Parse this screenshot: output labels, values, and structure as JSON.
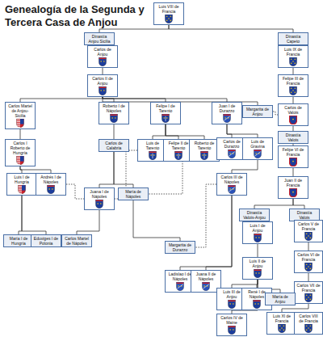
{
  "diagram": {
    "title": "Genealogía de la Segunda y Tercera Casa de Anjou",
    "nodes": [
      {
        "text": [
          "Luis VIII de Francia"
        ]
      },
      {
        "text": [
          "Dinastía Anjou Sicilia"
        ]
      },
      {
        "text": [
          "Dinastía Capeto"
        ]
      },
      {
        "text": [
          "Carlos de Anjou"
        ]
      },
      {
        "text": [
          "Luis IX de Francia"
        ]
      },
      {
        "text": [
          "Carlos II de Anjou"
        ]
      },
      {
        "text": [
          "Felipe III de Francia"
        ]
      },
      {
        "text": [
          "Carlos Martel de Anjou-Sicilia"
        ]
      },
      {
        "text": [
          "Roberto I de Nápoles"
        ]
      },
      {
        "text": [
          "Felipe I de Tarento"
        ]
      },
      {
        "text": [
          "Juan I de Durazzo"
        ]
      },
      {
        "text": [
          "Margarita de Anjou"
        ]
      },
      {
        "text": [
          "Carlos de Valois"
        ]
      },
      {
        "text": [
          "Carlos I Roberto de Hungría"
        ]
      },
      {
        "text": [
          "Carlos de Calabria"
        ]
      },
      {
        "text": [
          "Luis de Tarento"
        ]
      },
      {
        "text": [
          "Felipe II de Tarento"
        ]
      },
      {
        "text": [
          "Roberto de Tarento"
        ]
      },
      {
        "text": [
          "Carlos de Durazzo"
        ]
      },
      {
        "text": [
          "Luis de Gravina"
        ]
      },
      {
        "text": [
          "Dinastía Valois"
        ]
      },
      {
        "text": [
          "Felipe VI de Francia"
        ]
      },
      {
        "text": [
          "Luis I de Hungría"
        ]
      },
      {
        "text": [
          "Andrés I de Nápoles"
        ]
      },
      {
        "text": [
          "Carlos III de Nápoles"
        ]
      },
      {
        "text": [
          "Juan II de Francia"
        ]
      },
      {
        "text": [
          "Juana I de Nápoles"
        ]
      },
      {
        "text": [
          "María de Nápoles"
        ]
      },
      {
        "text": [
          "Dinastía Valois-Anjou"
        ]
      },
      {
        "text": [
          "Dinastía Valois"
        ]
      },
      {
        "text": [
          "Luis I de Anjou"
        ]
      },
      {
        "text": [
          "Carlos V de Francia"
        ]
      },
      {
        "text": [
          "María I de Hungría"
        ]
      },
      {
        "text": [
          "Eduviges I de Polonia"
        ]
      },
      {
        "text": [
          "Carlos Martel de Nápoles"
        ]
      },
      {
        "text": [
          "Margarita de Durazzo"
        ]
      },
      {
        "text": [
          "Carlos VI de Francia"
        ]
      },
      {
        "text": [
          "Luis II de Anjou"
        ]
      },
      {
        "text": [
          "Ladislao I de Nápoles"
        ]
      },
      {
        "text": [
          "Juana II de Nápoles"
        ]
      },
      {
        "text": [
          "Carlos VII de Francia"
        ]
      },
      {
        "text": [
          "Luis III de Anjou"
        ]
      },
      {
        "text": [
          "René I de Nápoles"
        ]
      },
      {
        "text": [
          "María de Anjou"
        ]
      },
      {
        "text": [
          "Carlos IV de Maine"
        ]
      },
      {
        "text": [
          "Luis XI de Francia"
        ]
      },
      {
        "text": [
          "Carlos VIII de Francia"
        ]
      }
    ],
    "edges": [
      {
        "from": 0,
        "to": 1,
        "arrow": "none"
      },
      {
        "from": 0,
        "to": 2,
        "arrow": "none"
      },
      {
        "from": 1,
        "to": 3,
        "arrow": "none"
      },
      {
        "from": 2,
        "to": 4,
        "arrow": "none"
      },
      {
        "from": 3,
        "to": 5,
        "arrow": "none"
      },
      {
        "from": 4,
        "to": 6,
        "arrow": "none"
      },
      {
        "from": 6,
        "to": 12,
        "arrow": "none"
      },
      {
        "from": 5,
        "to": 7,
        "arrow": "none"
      },
      {
        "from": 5,
        "to": 8,
        "arrow": "none"
      },
      {
        "from": 5,
        "to": 9,
        "arrow": "none"
      },
      {
        "from": 5,
        "to": 10,
        "arrow": "none"
      },
      {
        "from": 5,
        "to": 11,
        "arrow": "none"
      },
      {
        "from": 11,
        "to": 12,
        "arrow": "none"
      },
      {
        "from": 12,
        "to": 20,
        "arrow": "none"
      },
      {
        "from": 20,
        "to": 21,
        "arrow": "none"
      },
      {
        "from": 21,
        "to": 25,
        "arrow": "none"
      },
      {
        "from": 25,
        "to": 28,
        "arrow": "none"
      },
      {
        "from": 25,
        "to": 29,
        "arrow": "none"
      },
      {
        "from": 28,
        "to": 30,
        "arrow": "none"
      },
      {
        "from": 29,
        "to": 31,
        "arrow": "none"
      },
      {
        "from": 31,
        "to": 36,
        "arrow": "none"
      },
      {
        "from": 36,
        "to": 40,
        "arrow": "none"
      },
      {
        "from": 40,
        "to": 45,
        "arrow": "none"
      },
      {
        "from": 45,
        "to": 46,
        "arrow": "none"
      },
      {
        "from": 30,
        "to": 37,
        "arrow": "none"
      },
      {
        "from": 37,
        "to": 41,
        "arrow": "none"
      },
      {
        "from": 37,
        "to": 42,
        "arrow": "none"
      },
      {
        "from": 37,
        "to": 43,
        "arrow": "none"
      },
      {
        "from": 37,
        "to": 44,
        "arrow": "none"
      },
      {
        "from": 43,
        "to": 40,
        "arrow": "none"
      },
      {
        "from": 7,
        "to": 13,
        "arrow": "none"
      },
      {
        "from": 13,
        "to": 22,
        "arrow": "none"
      },
      {
        "from": 13,
        "to": 23,
        "arrow": "none"
      },
      {
        "from": 22,
        "to": 32,
        "arrow": "none"
      },
      {
        "from": 22,
        "to": 33,
        "arrow": "none"
      },
      {
        "from": 8,
        "to": 14,
        "arrow": "none"
      },
      {
        "from": 14,
        "to": 26,
        "arrow": "none"
      },
      {
        "from": 14,
        "to": 27,
        "arrow": "none"
      },
      {
        "from": 23,
        "to": 26,
        "arrow": "none"
      },
      {
        "from": 26,
        "to": 34,
        "arrow": "none"
      },
      {
        "from": 9,
        "to": 15,
        "arrow": "none"
      },
      {
        "from": 9,
        "to": 16,
        "arrow": "none"
      },
      {
        "from": 9,
        "to": 17,
        "arrow": "none"
      },
      {
        "from": 15,
        "to": 26,
        "arrow": "none"
      },
      {
        "from": 10,
        "to": 18,
        "arrow": "none"
      },
      {
        "from": 10,
        "to": 19,
        "arrow": "none"
      },
      {
        "from": 18,
        "to": 27,
        "arrow": "none"
      },
      {
        "from": 19,
        "to": 24,
        "arrow": "none"
      },
      {
        "from": 27,
        "to": 35,
        "arrow": "none"
      },
      {
        "from": 24,
        "to": 35,
        "arrow": "none"
      },
      {
        "from": 24,
        "to": 38,
        "arrow": "none"
      },
      {
        "from": 24,
        "to": 39,
        "arrow": "none"
      }
    ]
  }
}
